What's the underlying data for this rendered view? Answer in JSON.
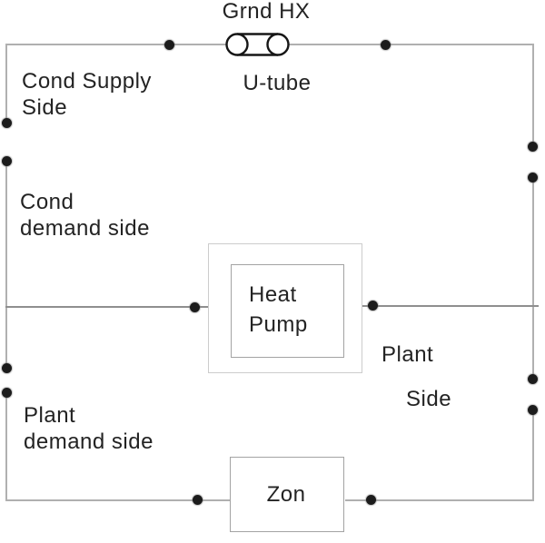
{
  "diagram": {
    "title": "Grnd HX",
    "labels": {
      "grnd_hx": "Grnd HX",
      "u_tube": "U-tube",
      "cond_supply_side": "Cond Supply\nSide",
      "cond_demand_side": "Cond\ndemand side",
      "heat_pump": "Heat\nPump",
      "plant_side_line1": "Plant",
      "plant_side_line2": "Side",
      "plant_demand_side": "Plant\ndemand side",
      "zone": "Zon"
    },
    "colors": {
      "pipe": "#b0b0b0",
      "pipe_mid": "#8f8f8f",
      "node_dot": "#1c1c1c",
      "outer_box_border": "#cccccc",
      "inner_box_border": "#a3a3a3",
      "utube_stroke": "#161616",
      "text": "#232323",
      "background": "#ffffff"
    }
  }
}
